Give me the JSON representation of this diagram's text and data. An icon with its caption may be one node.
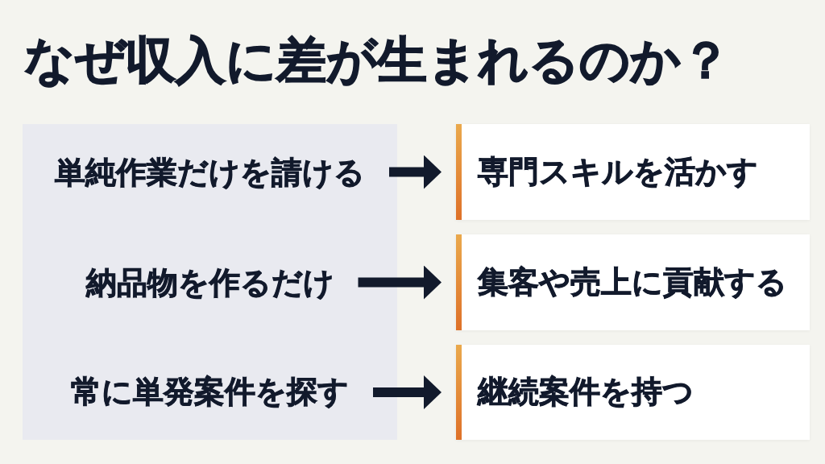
{
  "diagram": {
    "title": "なぜ収入に差が生まれるのか？",
    "nodes": [
      {
        "text": [],
        "shape": "box"
      },
      {
        "text": [
          "単純作業だけを請ける"
        ],
        "in": 0
      },
      {
        "text": [
          "専門スキルを活かす"
        ]
      },
      {
        "text": [
          "納品物を作るだけ"
        ],
        "in": 0
      },
      {
        "text": [
          "集客や売上に貢献する"
        ]
      },
      {
        "text": [
          "常に単発案件を探す"
        ],
        "in": 0
      },
      {
        "text": [
          "継続案件を持つ"
        ]
      }
    ],
    "edges": [
      {
        "from": 1,
        "to": 2,
        "arrow": "to"
      },
      {
        "from": 3,
        "to": 4,
        "arrow": "to"
      },
      {
        "from": 5,
        "to": 6,
        "arrow": "to"
      }
    ]
  }
}
